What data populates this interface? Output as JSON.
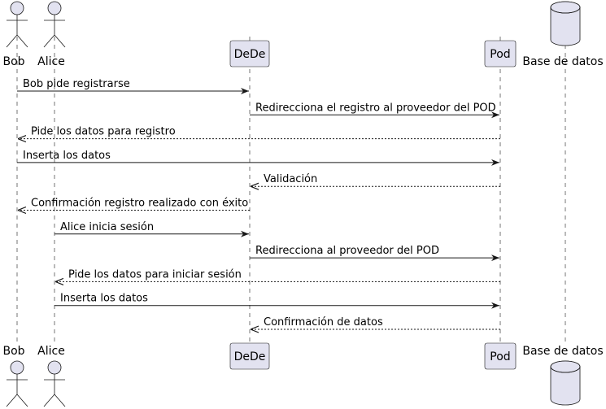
{
  "participants": [
    {
      "id": "bob",
      "label": "Bob",
      "kind": "actor"
    },
    {
      "id": "alice",
      "label": "Alice",
      "kind": "actor"
    },
    {
      "id": "dede",
      "label": "DeDe",
      "kind": "participant"
    },
    {
      "id": "pod",
      "label": "Pod",
      "kind": "participant"
    },
    {
      "id": "db",
      "label": "Base de datos",
      "kind": "database"
    }
  ],
  "messages": [
    {
      "from": "bob",
      "to": "dede",
      "label": "Bob pide registrarse",
      "style": "solid"
    },
    {
      "from": "dede",
      "to": "pod",
      "label": "Redirecciona el registro al proveedor del POD",
      "style": "solid"
    },
    {
      "from": "pod",
      "to": "bob",
      "label": "Pide los datos para registro",
      "style": "dashed"
    },
    {
      "from": "bob",
      "to": "pod",
      "label": "Inserta los datos",
      "style": "solid"
    },
    {
      "from": "pod",
      "to": "dede",
      "label": "Validación",
      "style": "dashed"
    },
    {
      "from": "dede",
      "to": "bob",
      "label": "Confirmación registro realizado con éxito",
      "style": "dashed"
    },
    {
      "from": "alice",
      "to": "dede",
      "label": "Alice inicia sesión",
      "style": "solid"
    },
    {
      "from": "dede",
      "to": "pod",
      "label": "Redirecciona al proveedor del POD",
      "style": "solid"
    },
    {
      "from": "pod",
      "to": "alice",
      "label": "Pide los datos para iniciar sesión",
      "style": "dashed"
    },
    {
      "from": "alice",
      "to": "pod",
      "label": "Inserta los datos",
      "style": "solid"
    },
    {
      "from": "pod",
      "to": "dede",
      "label": "Confirmación de datos",
      "style": "dashed"
    }
  ],
  "colors": {
    "participant_fill": "#e2e2f0",
    "participant_stroke": "#181818",
    "lifeline": "#181818",
    "arrow": "#181818"
  }
}
